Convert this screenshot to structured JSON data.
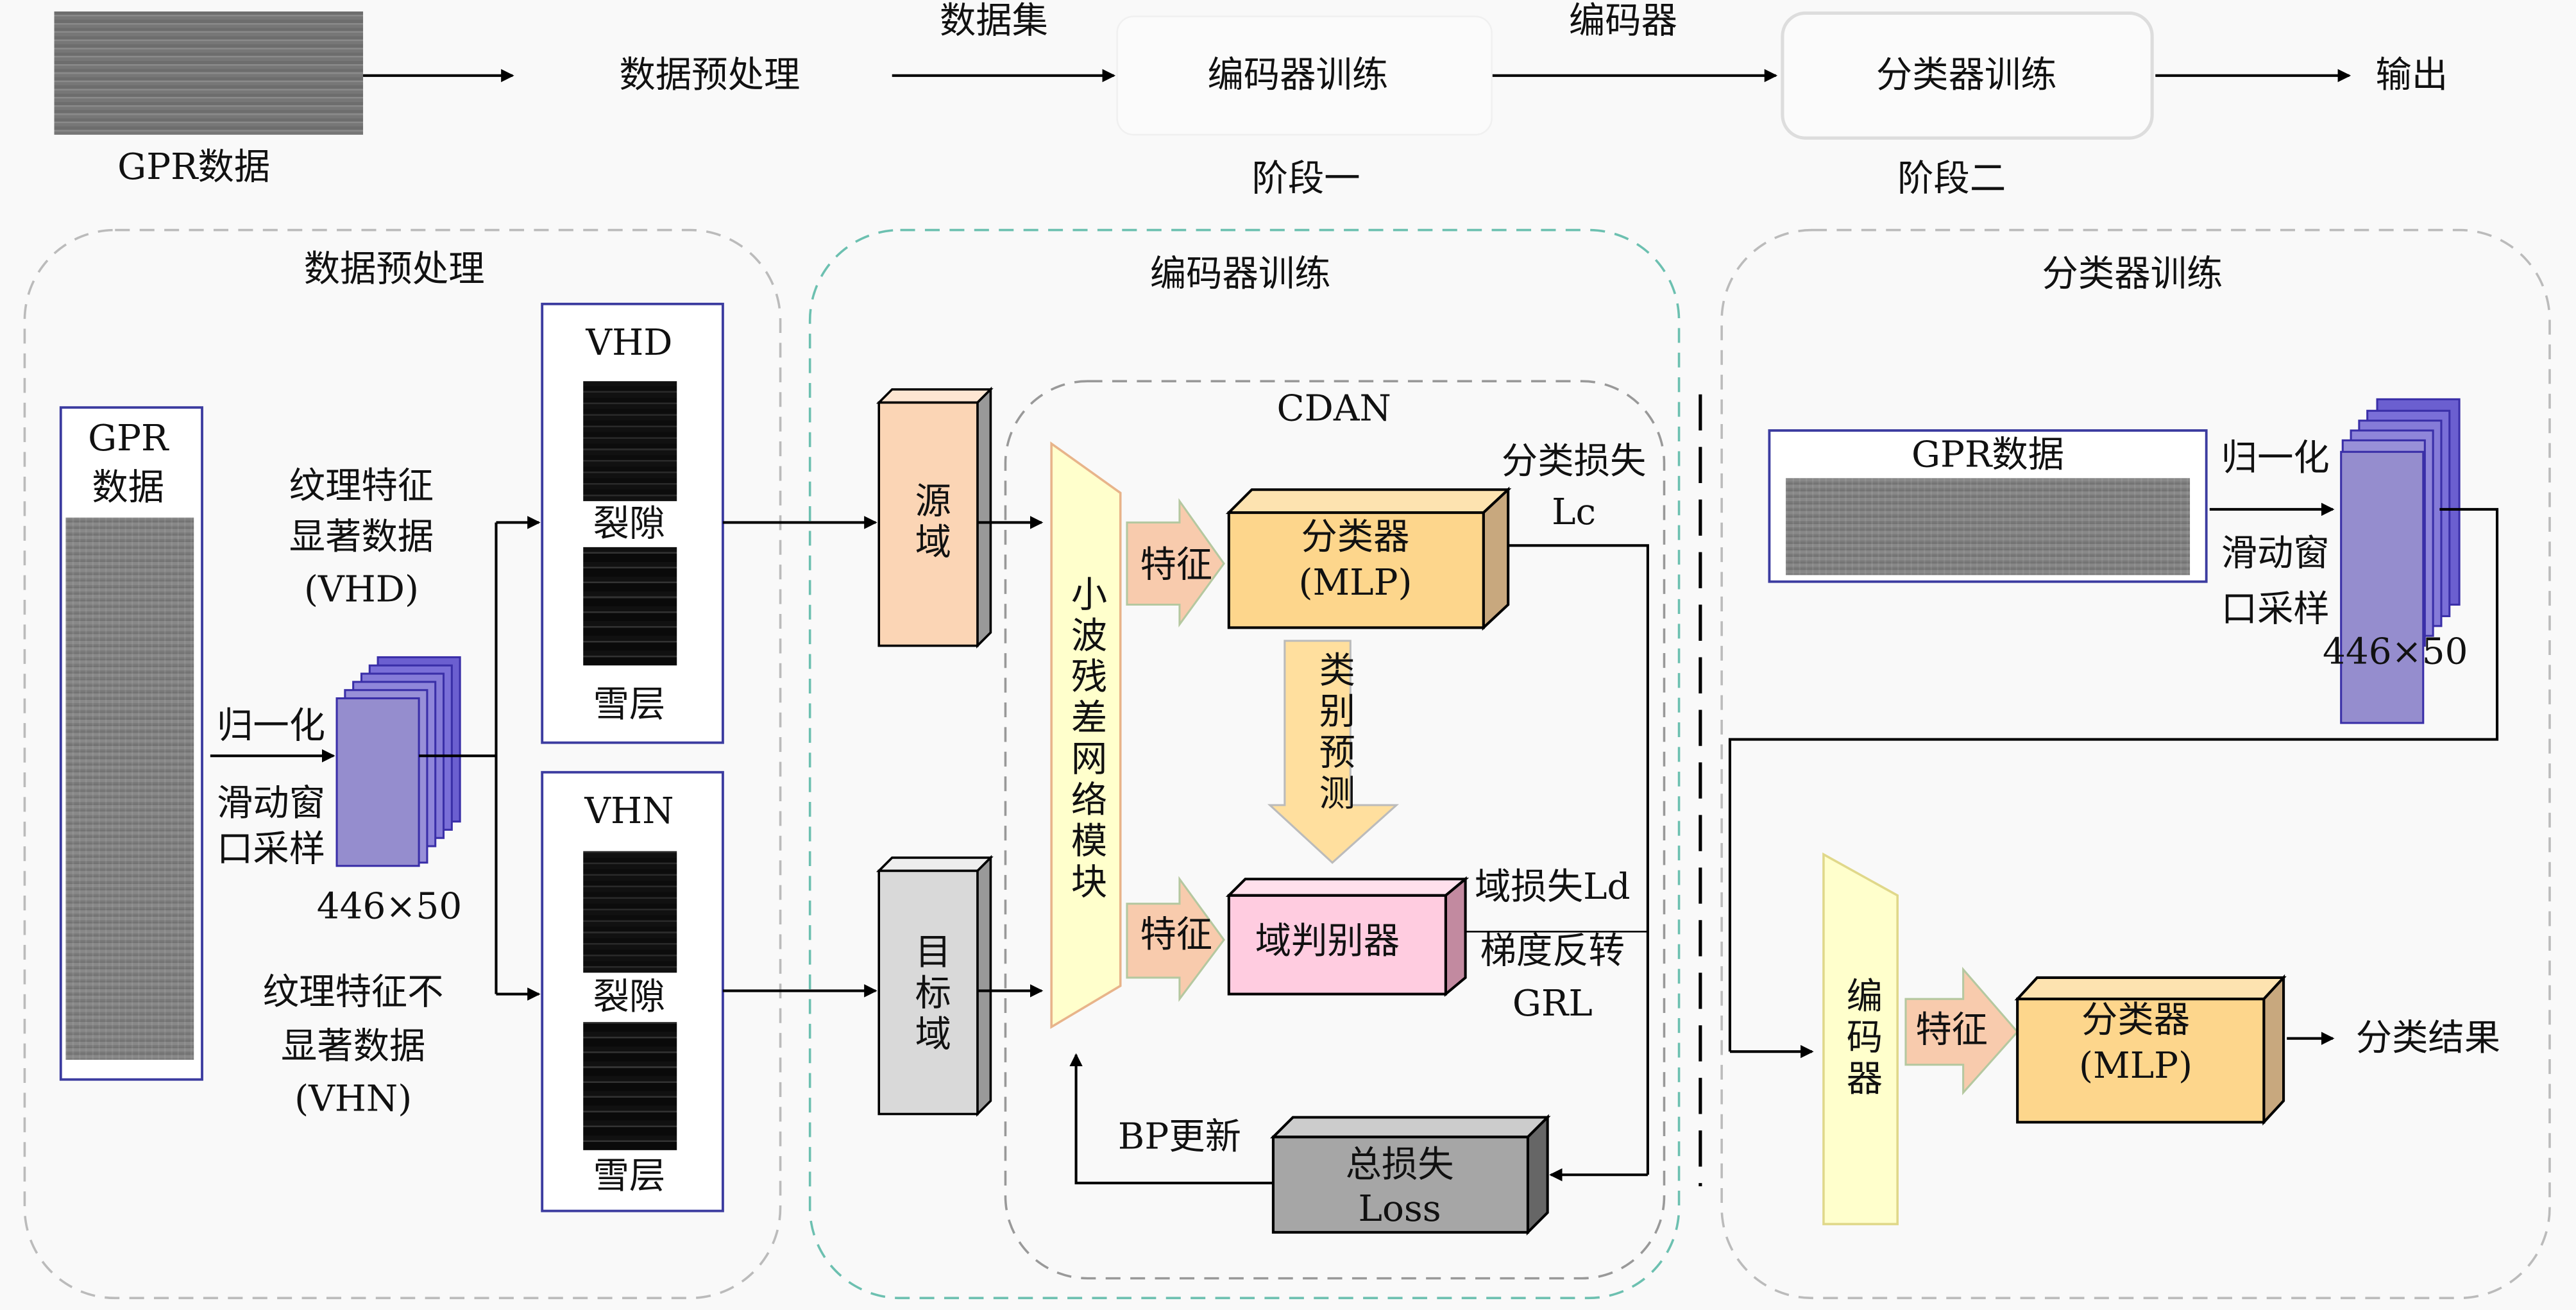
{
  "top_flow": {
    "gpr_data": "GPR数据",
    "preprocess": "数据预处理",
    "dataset": "数据集",
    "encoder_training": "编码器训练",
    "encoder": "编码器",
    "classifier_training": "分类器训练",
    "output": "输出",
    "stage_one": "阶段一",
    "stage_two": "阶段二"
  },
  "preprocess_panel": {
    "title": "数据预处理",
    "gpr_label_1": "GPR",
    "gpr_label_2": "数据",
    "vhd_desc": [
      "纹理特征",
      "显著数据",
      "(VHD)"
    ],
    "vhn_desc": [
      "纹理特征不",
      "显著数据",
      "(VHN)"
    ],
    "normalize": "归一化",
    "sliding_1": "滑动窗",
    "sliding_2": "口采样",
    "size": "446×50",
    "vhd": {
      "title": "VHD",
      "crack": "裂隙",
      "snow": "雪层"
    },
    "vhn": {
      "title": "VHN",
      "crack": "裂隙",
      "snow": "雪层"
    }
  },
  "encoder_panel": {
    "title": "编码器训练",
    "source_domain": "源域",
    "target_domain": "目标域",
    "cdan": "CDAN",
    "wavelet_module": "小波残差网络模块",
    "feature": "特征",
    "classifier": "分类器",
    "mlp": "(MLP)",
    "class_prediction": "类别预测",
    "domain_discriminator": "域判别器",
    "cls_loss": "分类损失",
    "lc": "Lc",
    "domain_loss": "域损失Ld",
    "grad_reverse": "梯度反转",
    "grl": "GRL",
    "total_loss": "总损失",
    "loss": "Loss",
    "bp_update": "BP更新"
  },
  "classifier_panel": {
    "title": "分类器训练",
    "gpr_data": "GPR数据",
    "normalize": "归一化",
    "sliding_1": "滑动窗",
    "sliding_2": "口采样",
    "size": "446×50",
    "encoder": "编码器",
    "feature": "特征",
    "classifier": "分类器",
    "mlp": "(MLP)",
    "result": "分类结果"
  },
  "colors": {
    "source_domain": "#fbd5b5",
    "target_domain": "#d9d9d9",
    "classifier": "#fdd68c",
    "discriminator": "#ffcce0",
    "total_loss": "#a6a6a6",
    "feature_arrow": "#f8cbad",
    "wavelet_module": "#ffffcc",
    "stack": "#8e88c8",
    "panel_border_encoder": "#6cc0b0"
  }
}
